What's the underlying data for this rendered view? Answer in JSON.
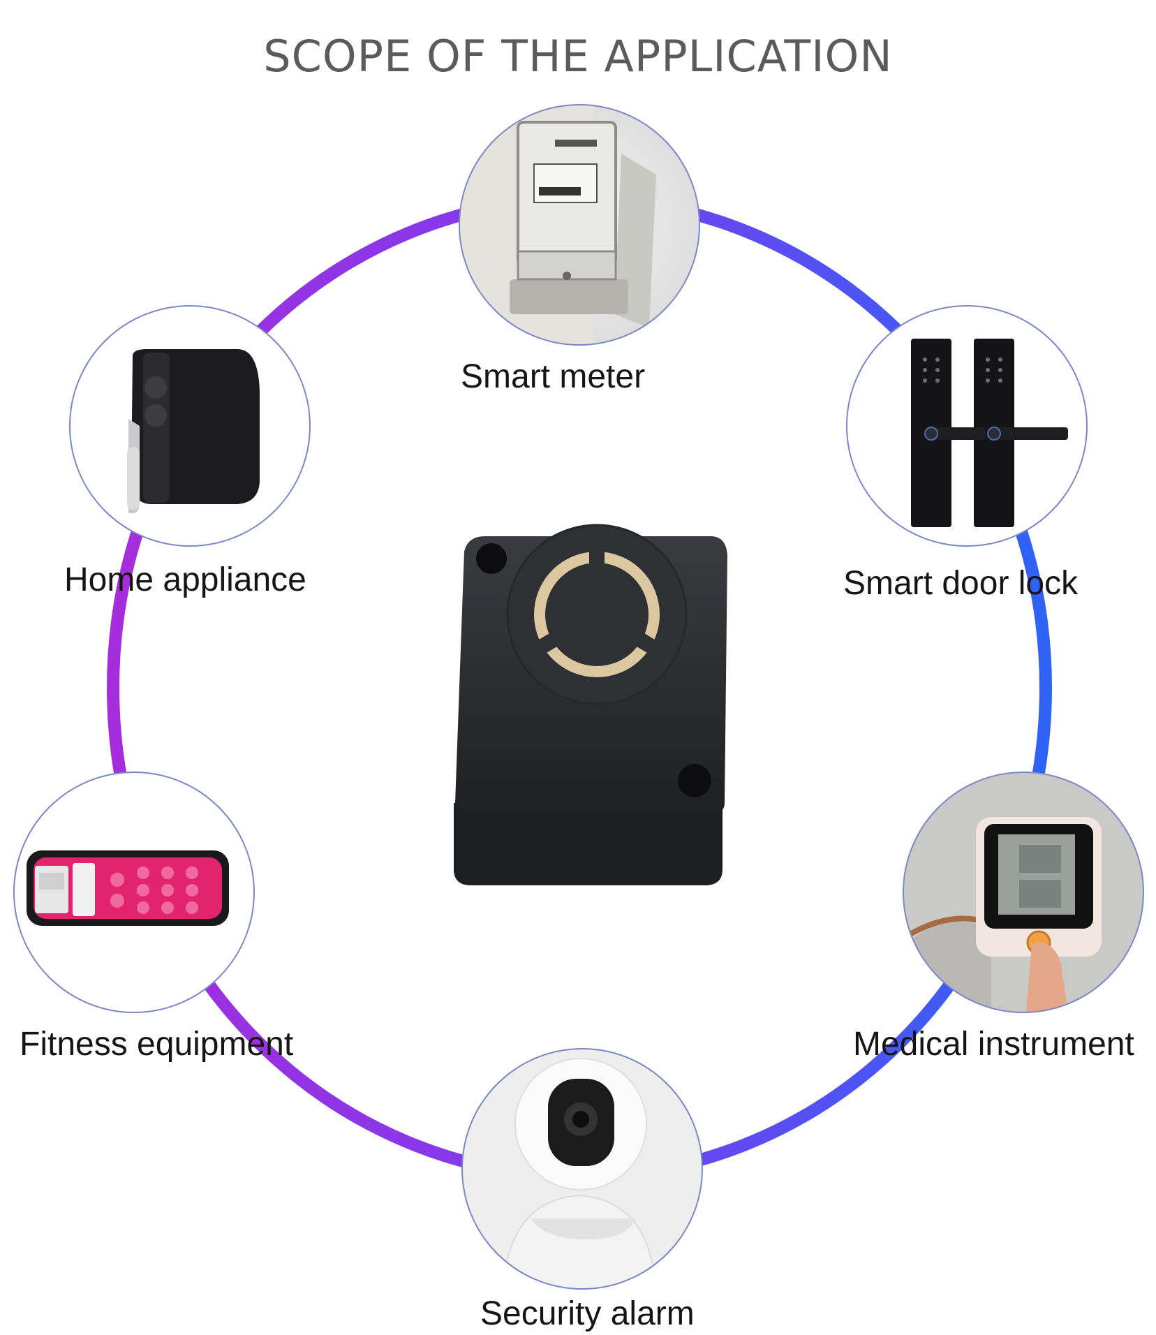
{
  "title": "SCOPE OF THE APPLICATION",
  "applications": [
    {
      "label": "Smart meter",
      "icon": "smart-meter-icon"
    },
    {
      "label": "Home appliance",
      "icon": "air-fryer-icon"
    },
    {
      "label": "Smart door lock",
      "icon": "door-lock-icon"
    },
    {
      "label": "Fitness equipment",
      "icon": "fitness-belt-icon"
    },
    {
      "label": "Medical instrument",
      "icon": "blood-pressure-monitor-icon"
    },
    {
      "label": "Security alarm",
      "icon": "security-camera-icon"
    }
  ],
  "product": {
    "icon": "buzzer-icon"
  },
  "colors": {
    "ring_purple": "#a52ddb",
    "ring_violet": "#7a3df0",
    "ring_blue": "#2f63f5",
    "circle_border": "#7c87c6",
    "title": "#5b5b5b",
    "label": "#151515",
    "device_body": "#2b2c30"
  }
}
